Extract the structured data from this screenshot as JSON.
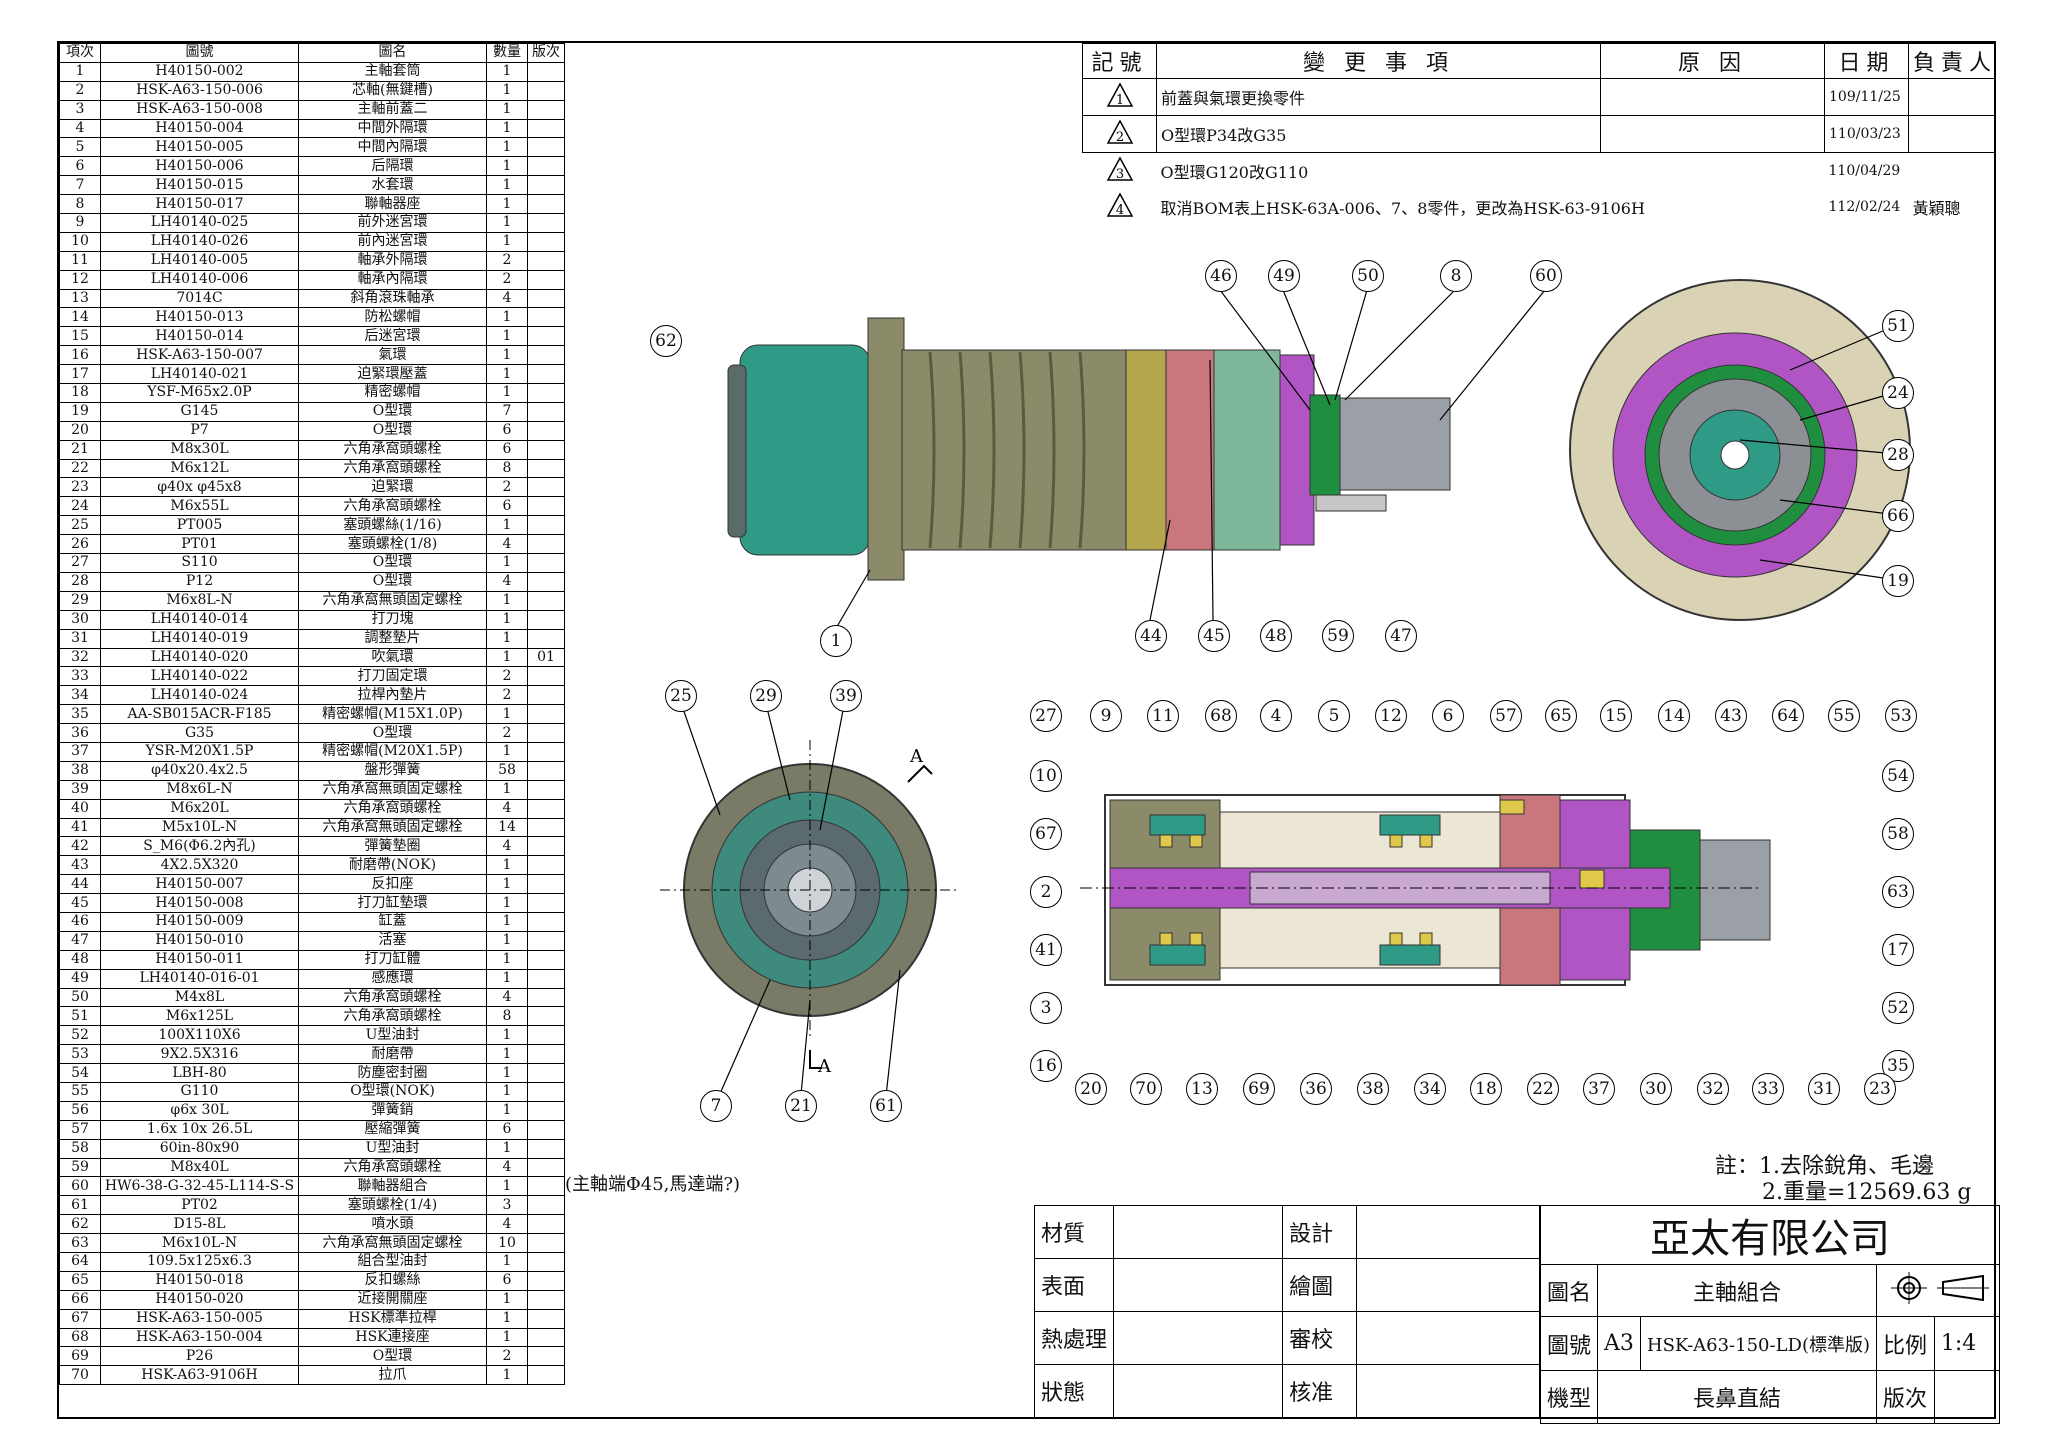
{
  "bom": {
    "headers": [
      "項次",
      "圖號",
      "圖名",
      "數量",
      "版次"
    ],
    "rows": [
      [
        "1",
        "H40150-002",
        "主軸套筒",
        "1",
        ""
      ],
      [
        "2",
        "HSK-A63-150-006",
        "芯軸(無鍵槽)",
        "1",
        ""
      ],
      [
        "3",
        "HSK-A63-150-008",
        "主軸前蓋二",
        "1",
        ""
      ],
      [
        "4",
        "H40150-004",
        "中間外隔環",
        "1",
        ""
      ],
      [
        "5",
        "H40150-005",
        "中間內隔環",
        "1",
        ""
      ],
      [
        "6",
        "H40150-006",
        "后隔環",
        "1",
        ""
      ],
      [
        "7",
        "H40150-015",
        "水套環",
        "1",
        ""
      ],
      [
        "8",
        "H40150-017",
        "聯軸器座",
        "1",
        ""
      ],
      [
        "9",
        "LH40140-025",
        "前外迷宮環",
        "1",
        ""
      ],
      [
        "10",
        "LH40140-026",
        "前內迷宮環",
        "1",
        ""
      ],
      [
        "11",
        "LH40140-005",
        "軸承外隔環",
        "2",
        ""
      ],
      [
        "12",
        "LH40140-006",
        "軸承內隔環",
        "2",
        ""
      ],
      [
        "13",
        "7014C",
        "斜角滾珠軸承",
        "4",
        ""
      ],
      [
        "14",
        "H40150-013",
        "防松螺帽",
        "1",
        ""
      ],
      [
        "15",
        "H40150-014",
        "后迷宮環",
        "1",
        ""
      ],
      [
        "16",
        "HSK-A63-150-007",
        "氣環",
        "1",
        ""
      ],
      [
        "17",
        "LH40140-021",
        "迫緊環壓蓋",
        "1",
        ""
      ],
      [
        "18",
        "YSF-M65x2.0P",
        "精密螺帽",
        "1",
        ""
      ],
      [
        "19",
        "G145",
        "O型環",
        "7",
        ""
      ],
      [
        "20",
        "P7",
        "O型環",
        "6",
        ""
      ],
      [
        "21",
        "M8x30L",
        "六角承窩頭螺栓",
        "6",
        ""
      ],
      [
        "22",
        "M6x12L",
        "六角承窩頭螺栓",
        "8",
        ""
      ],
      [
        "23",
        "φ40x φ45x8",
        "迫緊環",
        "2",
        ""
      ],
      [
        "24",
        "M6x55L",
        "六角承窩頭螺栓",
        "6",
        ""
      ],
      [
        "25",
        "PT005",
        "塞頭螺絲(1/16)",
        "1",
        ""
      ],
      [
        "26",
        "PT01",
        "塞頭螺栓(1/8)",
        "4",
        ""
      ],
      [
        "27",
        "S110",
        "O型環",
        "1",
        ""
      ],
      [
        "28",
        "P12",
        "O型環",
        "4",
        ""
      ],
      [
        "29",
        "M6x8L-N",
        "六角承窩無頭固定螺栓",
        "1",
        ""
      ],
      [
        "30",
        "LH40140-014",
        "打刀塊",
        "1",
        ""
      ],
      [
        "31",
        "LH40140-019",
        "調整墊片",
        "1",
        ""
      ],
      [
        "32",
        "LH40140-020",
        "吹氣環",
        "1",
        "01"
      ],
      [
        "33",
        "LH40140-022",
        "打刀固定環",
        "2",
        ""
      ],
      [
        "34",
        "LH40140-024",
        "拉桿內墊片",
        "2",
        ""
      ],
      [
        "35",
        "AA-SB015ACR-F185",
        "精密螺帽(M15X1.0P)",
        "1",
        ""
      ],
      [
        "36",
        "G35",
        "O型環",
        "2",
        ""
      ],
      [
        "37",
        "YSR-M20X1.5P",
        "精密螺帽(M20X1.5P)",
        "1",
        ""
      ],
      [
        "38",
        "φ40x20.4x2.5",
        "盤形彈簧",
        "58",
        ""
      ],
      [
        "39",
        "M8x6L-N",
        "六角承窩無頭固定螺栓",
        "1",
        ""
      ],
      [
        "40",
        "M6x20L",
        "六角承窩頭螺栓",
        "4",
        ""
      ],
      [
        "41",
        "M5x10L-N",
        "六角承窩無頭固定螺栓",
        "14",
        ""
      ],
      [
        "42",
        "S_M6(Φ6.2內孔)",
        "彈簧墊圈",
        "4",
        ""
      ],
      [
        "43",
        "4X2.5X320",
        "耐磨帶(NOK)",
        "1",
        ""
      ],
      [
        "44",
        "H40150-007",
        "反扣座",
        "1",
        ""
      ],
      [
        "45",
        "H40150-008",
        "打刀缸墊環",
        "1",
        ""
      ],
      [
        "46",
        "H40150-009",
        "缸蓋",
        "1",
        ""
      ],
      [
        "47",
        "H40150-010",
        "活塞",
        "1",
        ""
      ],
      [
        "48",
        "H40150-011",
        "打刀缸體",
        "1",
        ""
      ],
      [
        "49",
        "LH40140-016-01",
        "感應環",
        "1",
        ""
      ],
      [
        "50",
        "M4x8L",
        "六角承窩頭螺栓",
        "4",
        ""
      ],
      [
        "51",
        "M6x125L",
        "六角承窩頭螺栓",
        "8",
        ""
      ],
      [
        "52",
        "100X110X6",
        "U型油封",
        "1",
        ""
      ],
      [
        "53",
        "9X2.5X316",
        "耐磨帶",
        "1",
        ""
      ],
      [
        "54",
        "LBH-80",
        "防塵密封圈",
        "1",
        ""
      ],
      [
        "55",
        "G110",
        "O型環(NOK)",
        "1",
        ""
      ],
      [
        "56",
        "φ6x 30L",
        "彈簧銷",
        "1",
        ""
      ],
      [
        "57",
        "1.6x 10x 26.5L",
        "壓縮彈簧",
        "6",
        ""
      ],
      [
        "58",
        "60in-80x90",
        "U型油封",
        "1",
        ""
      ],
      [
        "59",
        "M8x40L",
        "六角承窩頭螺栓",
        "4",
        ""
      ],
      [
        "60",
        "HW6-38-G-32-45-L114-S-S",
        "聯軸器組合",
        "1",
        ""
      ],
      [
        "61",
        "PT02",
        "塞頭螺栓(1/4)",
        "3",
        ""
      ],
      [
        "62",
        "D15-8L",
        "噴水頭",
        "4",
        ""
      ],
      [
        "63",
        "M6x10L-N",
        "六角承窩無頭固定螺栓",
        "10",
        ""
      ],
      [
        "64",
        "109.5x125x6.3",
        "組合型油封",
        "1",
        ""
      ],
      [
        "65",
        "H40150-018",
        "反扣螺絲",
        "6",
        ""
      ],
      [
        "66",
        "H40150-020",
        "近接開關座",
        "1",
        ""
      ],
      [
        "67",
        "HSK-A63-150-005",
        "HSK標準拉桿",
        "1",
        ""
      ],
      [
        "68",
        "HSK-A63-150-004",
        "HSK連接座",
        "1",
        ""
      ],
      [
        "69",
        "P26",
        "O型環",
        "2",
        ""
      ],
      [
        "70",
        "HSK-A63-9106H",
        "拉爪",
        "1",
        ""
      ]
    ],
    "side_note": "(主軸端Φ45,馬達端?)"
  },
  "changes": {
    "headers": [
      "記號",
      "變 更 事 項",
      "原 因",
      "日期",
      "負責人"
    ],
    "rows": [
      {
        "mark": "1",
        "item": "前蓋與氣環更換零件",
        "reason": "",
        "date": "109/11/25",
        "person": ""
      },
      {
        "mark": "2",
        "item": "O型環P34改G35",
        "reason": "",
        "date": "110/03/23",
        "person": ""
      },
      {
        "mark": "3",
        "item": "O型環G120改G110",
        "reason": "",
        "date": "110/04/29",
        "person": ""
      },
      {
        "mark": "4",
        "item": "取消BOM表上HSK-63A-006、7、8零件，更改為HSK-63-9106H",
        "reason": "",
        "date": "112/02/24",
        "person": "黃穎聰"
      }
    ]
  },
  "notes": {
    "line1": "註：1.去除銳角、毛邊",
    "line2": "2.重量=12569.63 g"
  },
  "title_block": {
    "material_label": "材質",
    "design_label": "設計",
    "surface_label": "表面",
    "drawing_label": "繪圖",
    "heat_label": "熱處理",
    "review_label": "審校",
    "status_label": "狀態",
    "approve_label": "核准",
    "company": "亞太有限公司",
    "name_label": "圖名",
    "name_value": "主軸組合",
    "number_label": "圖號",
    "sheet_size": "A3",
    "number_value": "HSK-A63-150-LD(標準版)",
    "scale_label": "比例",
    "scale_value": "1:4",
    "model_label": "機型",
    "model_value": "長鼻直結",
    "rev_label": "版次"
  },
  "section_marks": {
    "top": "A",
    "bottom": "A"
  },
  "balloons": {
    "iso": [
      "46",
      "49",
      "50",
      "8",
      "60",
      "62",
      "1",
      "44",
      "45",
      "48",
      "59",
      "47"
    ],
    "end_right": [
      "51",
      "24",
      "28",
      "66",
      "19"
    ],
    "front": [
      "25",
      "29",
      "39",
      "7",
      "21",
      "61"
    ],
    "section_top": [
      "27",
      "9",
      "11",
      "68",
      "4",
      "5",
      "12",
      "6",
      "57",
      "65",
      "15",
      "14",
      "43",
      "64",
      "55",
      "53"
    ],
    "section_left": [
      "10",
      "67",
      "2",
      "41",
      "3",
      "16"
    ],
    "section_right": [
      "54",
      "58",
      "63",
      "17",
      "52",
      "35"
    ],
    "section_bottom": [
      "20",
      "70",
      "13",
      "69",
      "36",
      "38",
      "34",
      "18",
      "22",
      "37",
      "30",
      "32",
      "33",
      "31",
      "23"
    ]
  },
  "colors": {
    "housing_green": "#2f9a86",
    "body_olive": "#8b8a69",
    "yellow_band": "#b4a64c",
    "pink_band": "#c9777d",
    "mint_band": "#7fb79a",
    "purple": "#b154c4",
    "gray": "#9aa0a6"
  }
}
